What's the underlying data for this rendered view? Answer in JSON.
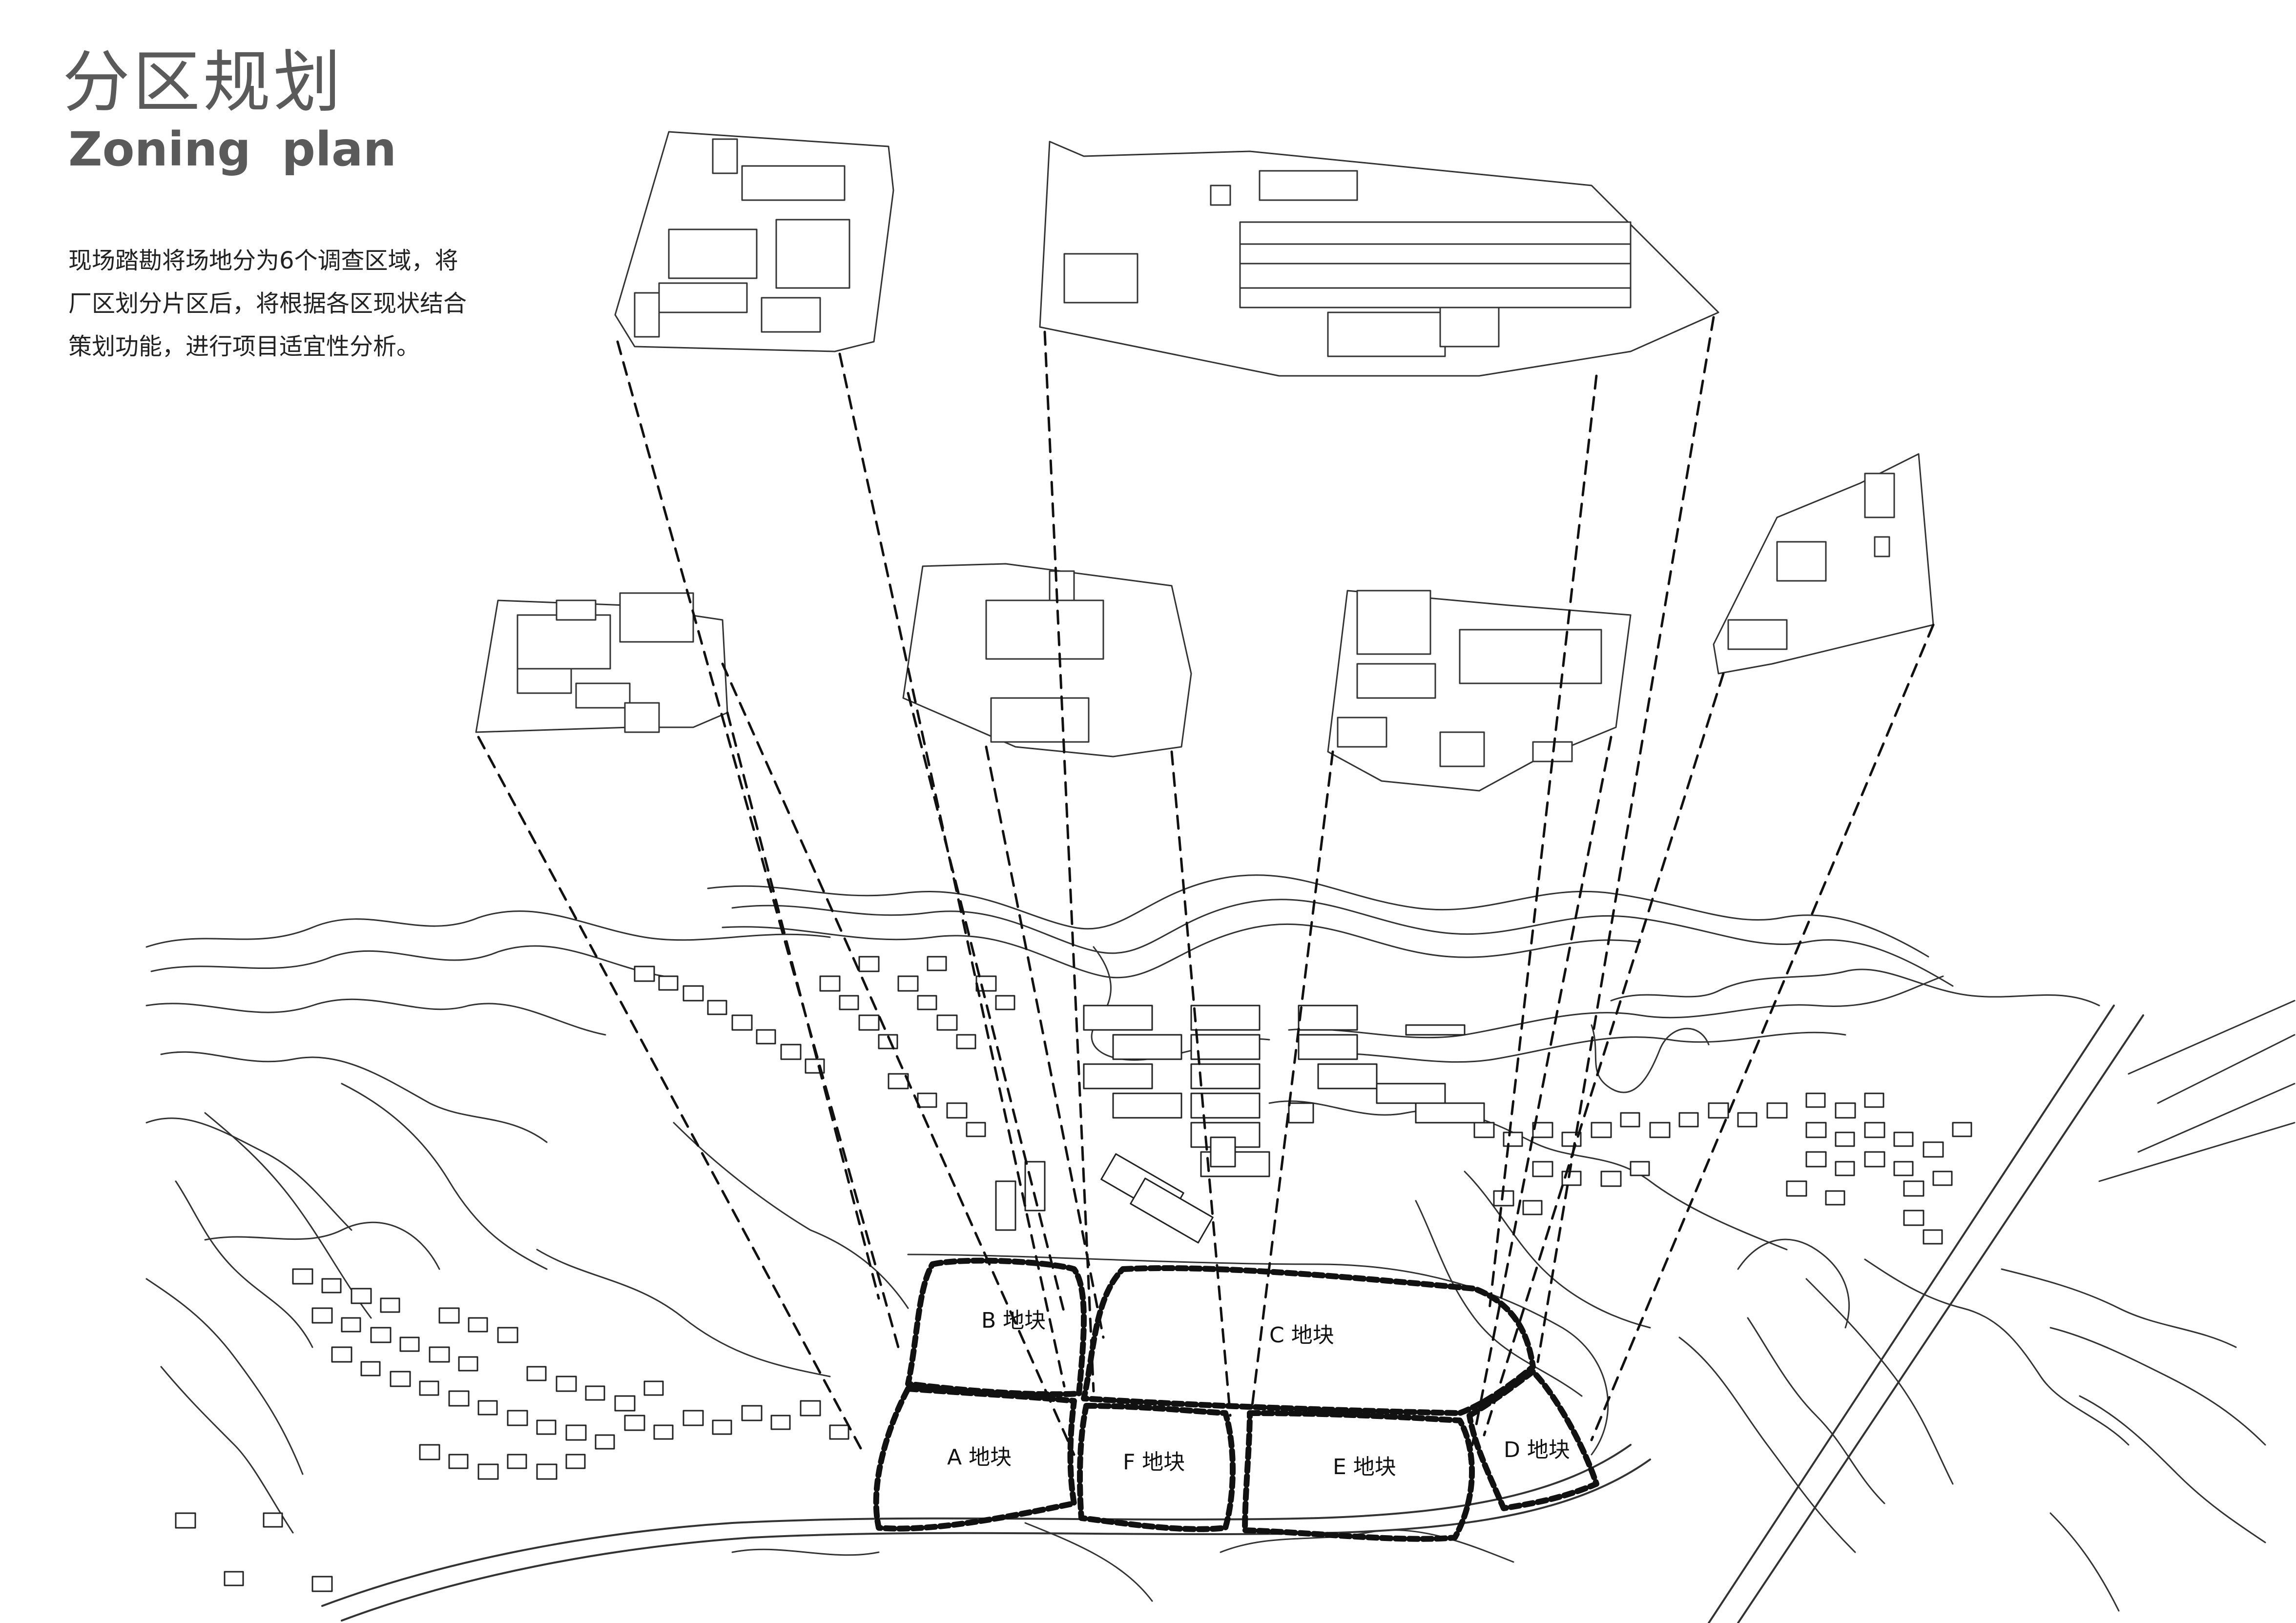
{
  "header": {
    "title_zh": "分区规划",
    "title_en": "Zoning  plan"
  },
  "intro": {
    "lines": [
      "现场踏勘将场地分为6个调查区域，将",
      "厂区划分片区后，将根据各区现状结合",
      "策划功能，进行项目适宜性分析。"
    ]
  },
  "zones": [
    {
      "id": "A",
      "label": "A 地块"
    },
    {
      "id": "B",
      "label": "B 地块"
    },
    {
      "id": "C",
      "label": "C 地块"
    },
    {
      "id": "D",
      "label": "D 地块"
    },
    {
      "id": "E",
      "label": "E 地块"
    },
    {
      "id": "F",
      "label": "F 地块"
    }
  ],
  "colors": {
    "line": "#222222",
    "text": "#5a5a5a",
    "background": "#ffffff"
  }
}
